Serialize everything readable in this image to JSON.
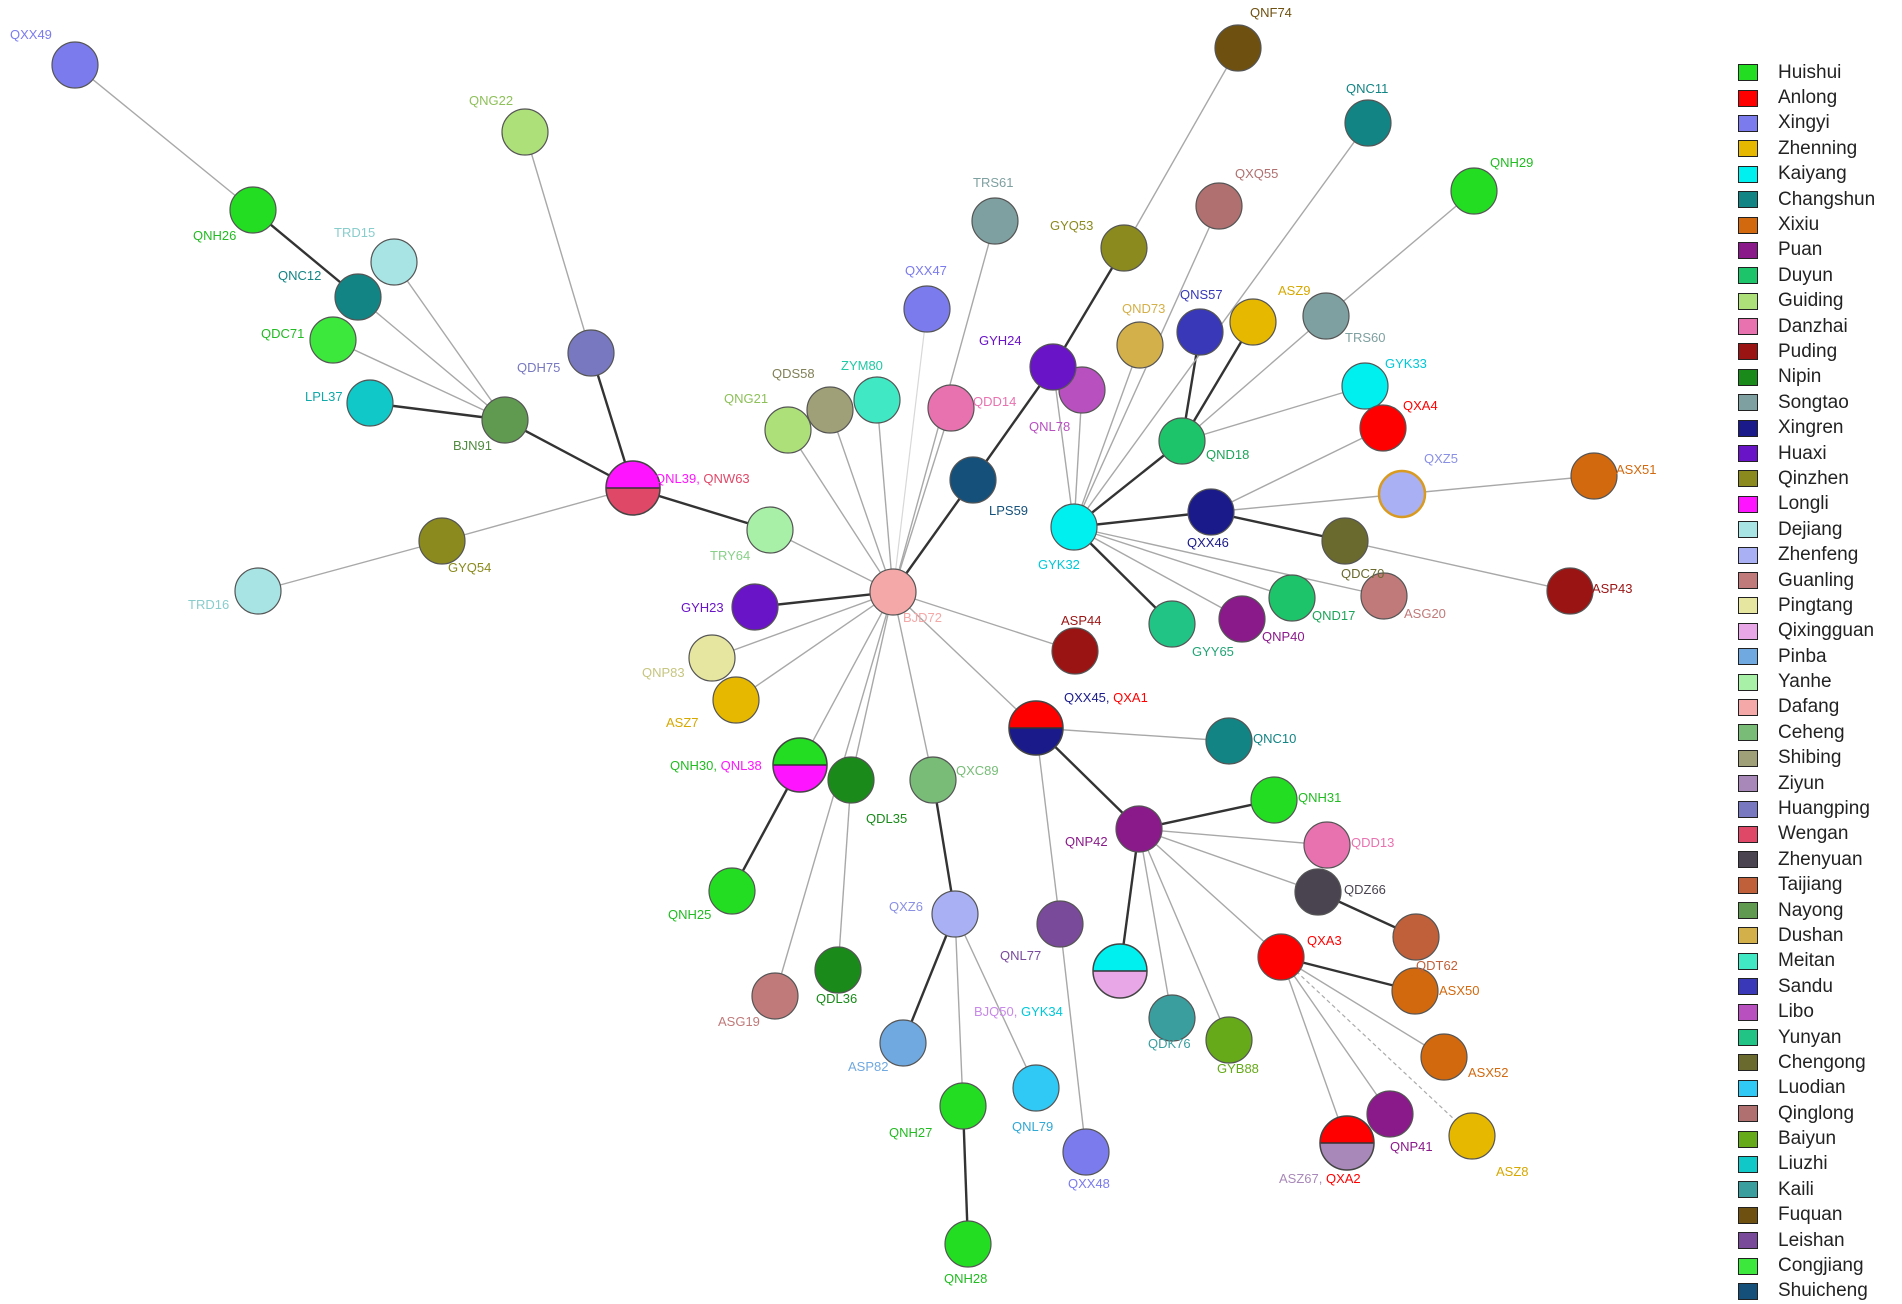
{
  "legend": [
    {
      "name": "Huishui",
      "color": "#22dd22"
    },
    {
      "name": "Anlong",
      "color": "#ff0000"
    },
    {
      "name": "Xingyi",
      "color": "#7b7bee"
    },
    {
      "name": "Zhenning",
      "color": "#e6b800"
    },
    {
      "name": "Kaiyang",
      "color": "#00f0f0"
    },
    {
      "name": "Changshun",
      "color": "#138484"
    },
    {
      "name": "Xixiu",
      "color": "#d2690f"
    },
    {
      "name": "Puan",
      "color": "#8a1a8a"
    },
    {
      "name": "Duyun",
      "color": "#1ec46a"
    },
    {
      "name": "Guiding",
      "color": "#aee07a"
    },
    {
      "name": "Danzhai",
      "color": "#e872b0"
    },
    {
      "name": "Puding",
      "color": "#9a1414"
    },
    {
      "name": "Nipin",
      "color": "#1a8a1a"
    },
    {
      "name": "Songtao",
      "color": "#7fa0a0"
    },
    {
      "name": "Xingren",
      "color": "#1a1a8a"
    },
    {
      "name": "Huaxi",
      "color": "#6a14c8"
    },
    {
      "name": "Qinzhen",
      "color": "#8a8a1e"
    },
    {
      "name": "Longli",
      "color": "#ff14ff"
    },
    {
      "name": "Dejiang",
      "color": "#a8e4e4"
    },
    {
      "name": "Zhenfeng",
      "color": "#aab0f4"
    },
    {
      "name": "Guanling",
      "color": "#c07a7a"
    },
    {
      "name": "Pingtang",
      "color": "#e6e6a0"
    },
    {
      "name": "Qixingguan",
      "color": "#e8a8e8"
    },
    {
      "name": "Pinba",
      "color": "#70a8e0"
    },
    {
      "name": "Yanhe",
      "color": "#a8f0a8"
    },
    {
      "name": "Dafang",
      "color": "#f4a8a8"
    },
    {
      "name": "Ceheng",
      "color": "#78bc78"
    },
    {
      "name": "Shibing",
      "color": "#a0a078"
    },
    {
      "name": "Ziyun",
      "color": "#a888b8"
    },
    {
      "name": "Huangping",
      "color": "#7878c0"
    },
    {
      "name": "Wengan",
      "color": "#e04868"
    },
    {
      "name": "Zhenyuan",
      "color": "#4a4450"
    },
    {
      "name": "Taijiang",
      "color": "#c0603a"
    },
    {
      "name": "Nayong",
      "color": "#609a50"
    },
    {
      "name": "Dushan",
      "color": "#d4b04a"
    },
    {
      "name": "Meitan",
      "color": "#40e8c4"
    },
    {
      "name": "Sandu",
      "color": "#3838b8"
    },
    {
      "name": "Libo",
      "color": "#b850c0"
    },
    {
      "name": "Yunyan",
      "color": "#22c486"
    },
    {
      "name": "Chengong",
      "color": "#6a6a2e"
    },
    {
      "name": "Luodian",
      "color": "#30c8f4"
    },
    {
      "name": "Qinglong",
      "color": "#b07070"
    },
    {
      "name": "Baiyun",
      "color": "#66aa1a"
    },
    {
      "name": "Liuzhi",
      "color": "#10c8c8"
    },
    {
      "name": "Kaili",
      "color": "#3a9e9e"
    },
    {
      "name": "Fuquan",
      "color": "#6e5010"
    },
    {
      "name": "Leishan",
      "color": "#7a4a9a"
    },
    {
      "name": "Congjiang",
      "color": "#3ce83c"
    },
    {
      "name": "Shuicheng",
      "color": "#14507a"
    }
  ],
  "nodes": [
    {
      "id": "QXX49",
      "label": "QXX49",
      "color": "#7b7bee",
      "lc": "#7b7bee"
    },
    {
      "id": "QNH26",
      "label": "QNH26",
      "color": "#22dd22",
      "lc": "#22bb22"
    },
    {
      "id": "QNC12",
      "label": "QNC12",
      "color": "#138484",
      "lc": "#138484"
    },
    {
      "id": "TRD15",
      "label": "TRD15",
      "color": "#a8e4e4",
      "lc": "#88cccc"
    },
    {
      "id": "QDC71",
      "label": "QDC71",
      "color": "#3ce83c",
      "lc": "#22bb22"
    },
    {
      "id": "LPL37",
      "label": "LPL37",
      "color": "#10c8c8",
      "lc": "#10a8a8"
    },
    {
      "id": "BJN91",
      "label": "BJN91",
      "color": "#609a50",
      "lc": "#508a40"
    },
    {
      "id": "QNG22",
      "label": "QNG22",
      "color": "#aee07a",
      "lc": "#8ec05a"
    },
    {
      "id": "QDH75",
      "label": "QDH75",
      "color": "#7878c0",
      "lc": "#7878c0"
    },
    {
      "id": "QNL39_QNW63",
      "label": "",
      "color": "#ff14ff",
      "color2": "#e04868",
      "lc": "#ff14ff"
    },
    {
      "id": "GYQ54",
      "label": "GYQ54",
      "color": "#8a8a1e",
      "lc": "#8a8a1e"
    },
    {
      "id": "TRD16",
      "label": "TRD16",
      "color": "#a8e4e4",
      "lc": "#88cccc"
    },
    {
      "id": "TRY64",
      "label": "TRY64",
      "color": "#a8f0a8",
      "lc": "#88d088"
    },
    {
      "id": "GYH23",
      "label": "GYH23",
      "color": "#6a14c8",
      "lc": "#6a14c8"
    },
    {
      "id": "QNP83",
      "label": "QNP83",
      "color": "#e6e6a0",
      "lc": "#c6c680"
    },
    {
      "id": "ASZ7",
      "label": "ASZ7",
      "color": "#e6b800",
      "lc": "#d6a800"
    },
    {
      "id": "QNG21",
      "label": "QNG21",
      "color": "#aee07a",
      "lc": "#8ec05a"
    },
    {
      "id": "QDS58",
      "label": "QDS58",
      "color": "#a0a078",
      "lc": "#808058"
    },
    {
      "id": "ZYM80",
      "label": "ZYM80",
      "color": "#40e8c4",
      "lc": "#20c8a4"
    },
    {
      "id": "QXX47",
      "label": "QXX47",
      "color": "#7b7bee",
      "lc": "#7b7bee"
    },
    {
      "id": "TRS61",
      "label": "TRS61",
      "color": "#7fa0a0",
      "lc": "#7fa0a0"
    },
    {
      "id": "QDD14",
      "label": "QDD14",
      "color": "#e872b0",
      "lc": "#e872b0"
    },
    {
      "id": "LPS59",
      "label": "LPS59",
      "color": "#14507a",
      "lc": "#14507a"
    },
    {
      "id": "BJD72",
      "label": "BJD72",
      "color": "#f4a8a8",
      "lc": "#f4a8a8"
    },
    {
      "id": "ASP44",
      "label": "ASP44",
      "color": "#9a1414",
      "lc": "#9a1414"
    },
    {
      "id": "QNH30_QNL38",
      "label": "",
      "color": "#22dd22",
      "color2": "#ff14ff",
      "lc": "#22bb22"
    },
    {
      "id": "QDL35",
      "label": "QDL35",
      "color": "#1a8a1a",
      "lc": "#1a8a1a"
    },
    {
      "id": "QNH25",
      "label": "QNH25",
      "color": "#22dd22",
      "lc": "#22bb22"
    },
    {
      "id": "ASG19",
      "label": "ASG19",
      "color": "#c07a7a",
      "lc": "#c07a7a"
    },
    {
      "id": "QDL36",
      "label": "QDL36",
      "color": "#1a8a1a",
      "lc": "#1a8a1a"
    },
    {
      "id": "QXC89",
      "label": "QXC89",
      "color": "#78bc78",
      "lc": "#78bc78"
    },
    {
      "id": "QXZ6",
      "label": "QXZ6",
      "color": "#aab0f4",
      "lc": "#8a90e4"
    },
    {
      "id": "ASP82",
      "label": "ASP82",
      "color": "#70a8e0",
      "lc": "#70a8e0"
    },
    {
      "id": "QNH27",
      "label": "QNH27",
      "color": "#22dd22",
      "lc": "#22bb22"
    },
    {
      "id": "QNH28",
      "label": "QNH28",
      "color": "#22dd22",
      "lc": "#22bb22"
    },
    {
      "id": "QNL79",
      "label": "QNL79",
      "color": "#30c8f4",
      "lc": "#30a8d4"
    },
    {
      "id": "QXX48",
      "label": "QXX48",
      "color": "#7b7bee",
      "lc": "#7b7bee"
    },
    {
      "id": "QNL77",
      "label": "QNL77",
      "color": "#7a4a9a",
      "lc": "#7a4a9a"
    },
    {
      "id": "QXX45_QXA1",
      "label": "",
      "color": "#ff0000",
      "color2": "#1a1a8a",
      "lc": "#1a1a8a"
    },
    {
      "id": "QNC10",
      "label": "QNC10",
      "color": "#138484",
      "lc": "#138484"
    },
    {
      "id": "QNP42",
      "label": "QNP42",
      "color": "#8a1a8a",
      "lc": "#8a1a8a"
    },
    {
      "id": "QNH31",
      "label": "QNH31",
      "color": "#22dd22",
      "lc": "#22bb22"
    },
    {
      "id": "QDD13",
      "label": "QDD13",
      "color": "#e872b0",
      "lc": "#e872b0"
    },
    {
      "id": "QDZ66",
      "label": "QDZ66",
      "color": "#4a4450",
      "lc": "#4a4450"
    },
    {
      "id": "QDT62",
      "label": "QDT62",
      "color": "#c0603a",
      "lc": "#c0603a"
    },
    {
      "id": "QXA3",
      "label": "QXA3",
      "color": "#ff0000",
      "lc": "#ff0000"
    },
    {
      "id": "ASX50",
      "label": "ASX50",
      "color": "#d2690f",
      "lc": "#d2690f"
    },
    {
      "id": "ASX52",
      "label": "ASX52",
      "color": "#d2690f",
      "lc": "#d2690f"
    },
    {
      "id": "ASZ8",
      "label": "ASZ8",
      "color": "#e6b800",
      "lc": "#d6a800"
    },
    {
      "id": "QNP41",
      "label": "QNP41",
      "color": "#8a1a8a",
      "lc": "#8a1a8a"
    },
    {
      "id": "ASZ67_QXA2",
      "label": "",
      "color": "#ff0000",
      "color2": "#a888b8",
      "lc": "#a888b8"
    },
    {
      "id": "BJQ50_GYK34",
      "label": "",
      "color": "#00f0f0",
      "color2": "#e8a8e8",
      "lc": "#b888c8"
    },
    {
      "id": "QDK76",
      "label": "QDK76",
      "color": "#3a9e9e",
      "lc": "#3a9e9e"
    },
    {
      "id": "GYB88",
      "label": "GYB88",
      "color": "#66aa1a",
      "lc": "#66aa1a"
    },
    {
      "id": "GYK32",
      "label": "GYK32",
      "color": "#00f0f0",
      "lc": "#00c8d8"
    },
    {
      "id": "QNL78",
      "label": "QNL78",
      "color": "#b850c0",
      "lc": "#b850c0"
    },
    {
      "id": "GYH24",
      "label": "GYH24",
      "color": "#6a14c8",
      "lc": "#6a14c8"
    },
    {
      "id": "GYQ53",
      "label": "GYQ53",
      "color": "#8a8a1e",
      "lc": "#8a8a1e"
    },
    {
      "id": "QNF74",
      "label": "QNF74",
      "color": "#6e5010",
      "lc": "#6e5010"
    },
    {
      "id": "QXQ55",
      "label": "QXQ55",
      "color": "#b07070",
      "lc": "#b07070"
    },
    {
      "id": "QND73",
      "label": "QND73",
      "color": "#d4b04a",
      "lc": "#d4b04a"
    },
    {
      "id": "QNS57",
      "label": "QNS57",
      "color": "#3838b8",
      "lc": "#3838b8"
    },
    {
      "id": "ASZ9",
      "label": "ASZ9",
      "color": "#e6b800",
      "lc": "#d6a800"
    },
    {
      "id": "QNC11",
      "label": "QNC11",
      "color": "#138484",
      "lc": "#138484"
    },
    {
      "id": "QNH29",
      "label": "QNH29",
      "color": "#22dd22",
      "lc": "#22bb22"
    },
    {
      "id": "TRS60",
      "label": "TRS60",
      "color": "#7fa0a0",
      "lc": "#7fa0a0"
    },
    {
      "id": "QND18",
      "label": "QND18",
      "color": "#1ec46a",
      "lc": "#1ea45a"
    },
    {
      "id": "GYK33",
      "label": "GYK33",
      "color": "#00f0f0",
      "lc": "#00c8d8"
    },
    {
      "id": "QXA4",
      "label": "QXA4",
      "color": "#ff0000",
      "lc": "#ff0000"
    },
    {
      "id": "QXZ5",
      "label": "QXZ5",
      "color": "#aab0f4",
      "lc": "#8a90e4"
    },
    {
      "id": "ASX51",
      "label": "ASX51",
      "color": "#d2690f",
      "lc": "#d2690f"
    },
    {
      "id": "QXX46",
      "label": "QXX46",
      "color": "#1a1a8a",
      "lc": "#1a1a8a"
    },
    {
      "id": "QDC70",
      "label": "QDC70",
      "color": "#6a6a2e",
      "lc": "#6a6a2e"
    },
    {
      "id": "ASG20",
      "label": "ASG20",
      "color": "#c07a7a",
      "lc": "#c07a7a"
    },
    {
      "id": "ASP43",
      "label": "ASP43",
      "color": "#9a1414",
      "lc": "#9a1414"
    },
    {
      "id": "QND17",
      "label": "QND17",
      "color": "#1ec46a",
      "lc": "#1ea45a"
    },
    {
      "id": "QNP40",
      "label": "QNP40",
      "color": "#8a1a8a",
      "lc": "#8a1a8a"
    },
    {
      "id": "GYY65",
      "label": "GYY65",
      "color": "#22c486",
      "lc": "#22a476"
    }
  ],
  "split_labels": [
    {
      "node": "QNL39_QNW63",
      "parts": [
        {
          "text": "QNL39, ",
          "color": "#ff14ff"
        },
        {
          "text": "QNW63",
          "color": "#e04868"
        }
      ]
    },
    {
      "node": "QNH30_QNL38",
      "parts": [
        {
          "text": "QNH30, ",
          "color": "#22bb22"
        },
        {
          "text": "QNL38",
          "color": "#ff14ff"
        }
      ]
    },
    {
      "node": "QXX45_QXA1",
      "parts": [
        {
          "text": "QXX45, ",
          "color": "#1a1a8a"
        },
        {
          "text": "QXA1",
          "color": "#ff0000"
        }
      ]
    },
    {
      "node": "ASZ67_QXA2",
      "parts": [
        {
          "text": "ASZ67, ",
          "color": "#a888b8"
        },
        {
          "text": "QXA2",
          "color": "#ff0000"
        }
      ]
    },
    {
      "node": "BJQ50_GYK34",
      "parts": [
        {
          "text": "BJQ50, ",
          "color": "#c888e8"
        },
        {
          "text": "GYK34",
          "color": "#00c8d8"
        }
      ]
    }
  ],
  "edges": [
    [
      "QXX49",
      "QNH26",
      ""
    ],
    [
      "QNH26",
      "QNC12",
      "s"
    ],
    [
      "QNC12",
      "BJN91",
      ""
    ],
    [
      "TRD15",
      "BJN91",
      ""
    ],
    [
      "QDC71",
      "BJN91",
      ""
    ],
    [
      "LPL37",
      "BJN91",
      "s"
    ],
    [
      "BJN91",
      "QNL39_QNW63",
      "s"
    ],
    [
      "QNG22",
      "QDH75",
      ""
    ],
    [
      "QDH75",
      "QNL39_QNW63",
      "s"
    ],
    [
      "GYQ54",
      "QNL39_QNW63",
      ""
    ],
    [
      "TRD16",
      "GYQ54",
      ""
    ],
    [
      "QNL39_QNW63",
      "TRY64",
      "s"
    ],
    [
      "TRY64",
      "BJD72",
      ""
    ],
    [
      "GYH23",
      "BJD72",
      "s"
    ],
    [
      "QNP83",
      "BJD72",
      ""
    ],
    [
      "ASZ7",
      "BJD72",
      ""
    ],
    [
      "QNG21",
      "BJD72",
      ""
    ],
    [
      "QDS58",
      "BJD72",
      ""
    ],
    [
      "ZYM80",
      "BJD72",
      ""
    ],
    [
      "QXX47",
      "BJD72",
      "f"
    ],
    [
      "TRS61",
      "BJD72",
      ""
    ],
    [
      "QDD14",
      "BJD72",
      ""
    ],
    [
      "LPS59",
      "BJD72",
      "s"
    ],
    [
      "LPS59",
      "GYH24",
      "s"
    ],
    [
      "ASP44",
      "BJD72",
      ""
    ],
    [
      "BJD72",
      "QNH30_QNL38",
      ""
    ],
    [
      "QNH30_QNL38",
      "QNH25",
      "s"
    ],
    [
      "BJD72",
      "QDL35",
      ""
    ],
    [
      "BJD72",
      "ASG19",
      ""
    ],
    [
      "QDL35",
      "QDL36",
      ""
    ],
    [
      "BJD72",
      "QXC89",
      ""
    ],
    [
      "QXC89",
      "QXZ6",
      "s"
    ],
    [
      "QXZ6",
      "ASP82",
      "s"
    ],
    [
      "QXZ6",
      "QNH27",
      ""
    ],
    [
      "QNH27",
      "QNH28",
      "s"
    ],
    [
      "QXZ6",
      "QNL79",
      ""
    ],
    [
      "BJD72",
      "QXX45_QXA1",
      ""
    ],
    [
      "QXX45_QXA1",
      "QNC10",
      ""
    ],
    [
      "QXX45_QXA1",
      "QNL77",
      ""
    ],
    [
      "QXX45_QXA1",
      "QNP42",
      "s"
    ],
    [
      "QNP42",
      "QNH31",
      "s"
    ],
    [
      "QNP42",
      "QDD13",
      ""
    ],
    [
      "QNP42",
      "QDZ66",
      ""
    ],
    [
      "QDZ66",
      "QDT62",
      "s"
    ],
    [
      "QNP42",
      "QXA3",
      ""
    ],
    [
      "QXA3",
      "ASX50",
      "s"
    ],
    [
      "QXA3",
      "ASX52",
      ""
    ],
    [
      "QXA3",
      "ASZ8",
      "d"
    ],
    [
      "QXA3",
      "QNP41",
      ""
    ],
    [
      "QXA3",
      "ASZ67_QXA2",
      ""
    ],
    [
      "QNP42",
      "BJQ50_GYK34",
      "s"
    ],
    [
      "QNP42",
      "QDK76",
      ""
    ],
    [
      "QNP42",
      "GYB88",
      ""
    ],
    [
      "QNL77",
      "QXX48",
      ""
    ],
    [
      "GYH24",
      "GYQ53",
      "s"
    ],
    [
      "GYQ53",
      "QNF74",
      ""
    ],
    [
      "GYH24",
      "GYK32",
      ""
    ],
    [
      "QNL78",
      "GYK32",
      ""
    ],
    [
      "QXQ55",
      "GYK32",
      ""
    ],
    [
      "QND73",
      "GYK32",
      ""
    ],
    [
      "QNS57",
      "QND18",
      "s"
    ],
    [
      "ASZ9",
      "QND18",
      "s"
    ],
    [
      "QNC11",
      "GYK32",
      ""
    ],
    [
      "QND18",
      "GYK32",
      "s"
    ],
    [
      "TRS60",
      "QND18",
      ""
    ],
    [
      "QNH29",
      "TRS60",
      ""
    ],
    [
      "GYK33",
      "QND18",
      ""
    ],
    [
      "QXA4",
      "QXX46",
      ""
    ],
    [
      "GYK32",
      "QXX46",
      "s"
    ],
    [
      "QXX46",
      "QXZ5",
      ""
    ],
    [
      "QXZ5",
      "ASX51",
      ""
    ],
    [
      "QXX46",
      "QDC70",
      "s"
    ],
    [
      "QDC70",
      "ASP43",
      ""
    ],
    [
      "GYK32",
      "ASG20",
      ""
    ],
    [
      "GYK32",
      "QND17",
      ""
    ],
    [
      "GYK32",
      "QNP40",
      ""
    ],
    [
      "GYK32",
      "GYY65",
      "s"
    ]
  ]
}
